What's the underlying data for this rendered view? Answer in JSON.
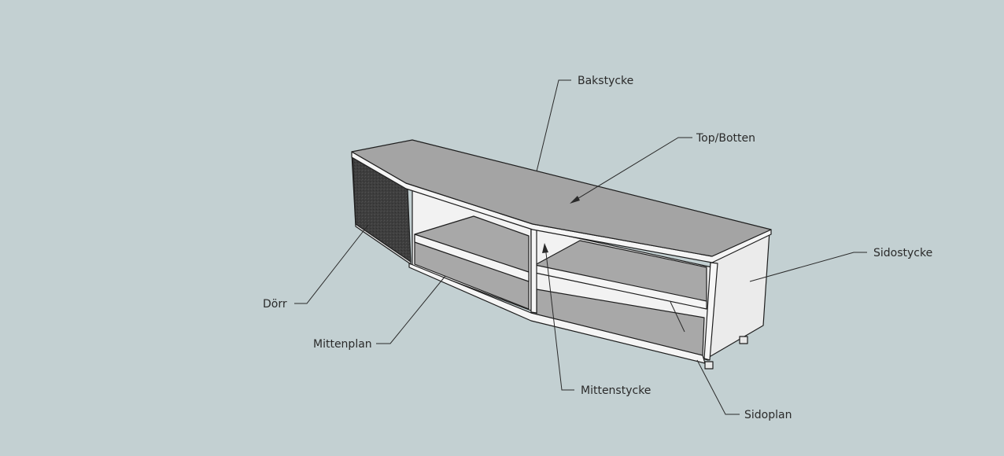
{
  "colors": {
    "background": "#c3d0d2",
    "top_surface": "#a4a4a4",
    "shelf_surface": "#a8a8a8",
    "panel_white": "#f5f5f5",
    "panel_shade": "#ebebeb",
    "door_felt": "#3e3e3e",
    "outline": "#1e1e1e"
  },
  "labels": {
    "bakstycke": "Bakstycke",
    "top_botten": "Top/Botten",
    "sidostycke": "Sidostycke",
    "dorr": "Dörr",
    "mittenplan": "Mittenplan",
    "mittenstycke": "Mittenstycke",
    "sidoplan": "Sidoplan"
  }
}
